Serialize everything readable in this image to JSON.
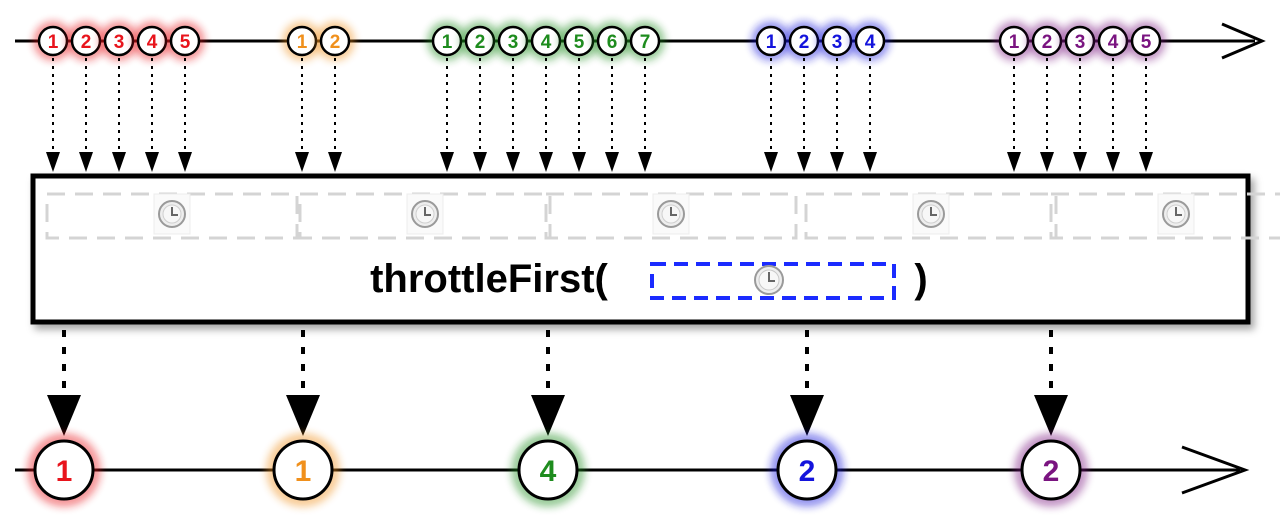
{
  "operator": {
    "name": "throttleFirst(",
    "close_paren": ")",
    "param_icon": "clock-icon",
    "window_icon": "clock-icon"
  },
  "colors": {
    "red": "#e8141c",
    "orange": "#f0901c",
    "green": "#1e8c1e",
    "blue": "#1414dc",
    "purple": "#7a1480",
    "param_border": "#1b2bff",
    "window_border": "#d4d4d4"
  },
  "source_groups": [
    {
      "color": "red",
      "items": [
        "1",
        "2",
        "3",
        "4",
        "5"
      ]
    },
    {
      "color": "orange",
      "items": [
        "1",
        "2"
      ]
    },
    {
      "color": "green",
      "items": [
        "1",
        "2",
        "3",
        "4",
        "5",
        "6",
        "7"
      ]
    },
    {
      "color": "blue",
      "items": [
        "1",
        "2",
        "3",
        "4"
      ]
    },
    {
      "color": "purple",
      "items": [
        "1",
        "2",
        "3",
        "4",
        "5"
      ]
    }
  ],
  "output_items": [
    {
      "label": "1",
      "color": "red"
    },
    {
      "label": "1",
      "color": "orange"
    },
    {
      "label": "4",
      "color": "green"
    },
    {
      "label": "2",
      "color": "blue"
    },
    {
      "label": "2",
      "color": "purple"
    }
  ]
}
